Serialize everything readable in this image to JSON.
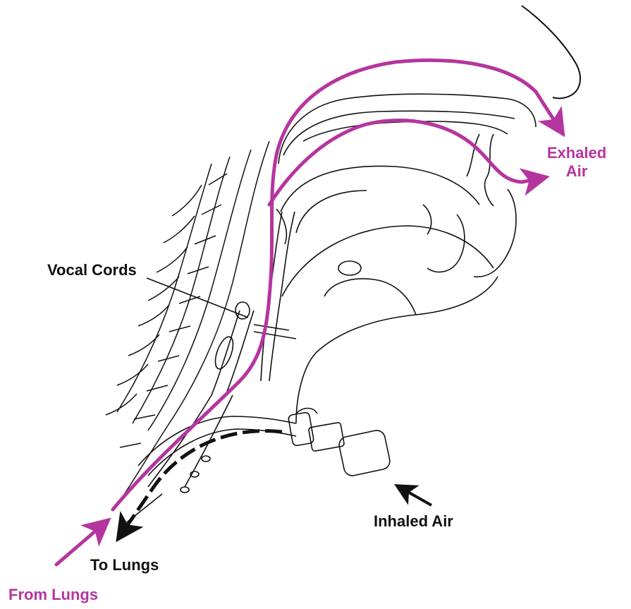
{
  "colors": {
    "airflow": "#b5359f",
    "outline": "#111111",
    "background": "#ffffff"
  },
  "labels": {
    "exhaled_air_line1": "Exhaled",
    "exhaled_air_line2": "Air",
    "vocal_cords": "Vocal Cords",
    "inhaled_air": "Inhaled Air",
    "to_lungs": "To Lungs",
    "from_lungs": "From Lungs"
  }
}
